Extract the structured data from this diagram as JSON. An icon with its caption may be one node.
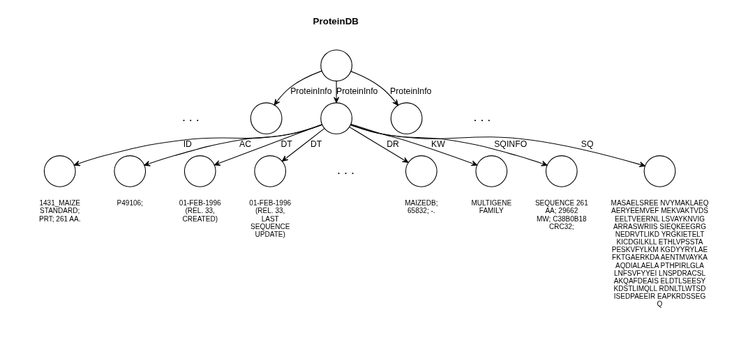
{
  "diagram": {
    "nodes": [
      {
        "text": [
          "ProteinDB"
        ]
      },
      {
        "text": [],
        "shape": "circle"
      },
      {
        "text": [],
        "shape": "circle"
      },
      {
        "text": [],
        "shape": "circle"
      },
      {
        "text": [],
        "shape": "circle",
        "beside": [
          "1431_MAIZE STANDARD; PRT; 261 AA."
        ]
      },
      {
        "text": [],
        "shape": "circle",
        "beside": [
          "P49106;"
        ]
      },
      {
        "text": [],
        "shape": "circle",
        "beside": [
          "01-FEB-1996 (REL. 33, CREATED)"
        ]
      },
      {
        "text": [],
        "shape": "circle",
        "beside": [
          "01-FEB-1996 (REL. 33, LAST SEQUENCE UPDATE)"
        ]
      },
      {
        "text": [],
        "shape": "circle",
        "beside": [
          "MAIZEDB; 65832; -."
        ]
      },
      {
        "text": [],
        "shape": "circle",
        "beside": [
          "MULTIGENE FAMILY"
        ]
      },
      {
        "text": [],
        "shape": "circle",
        "beside": [
          "SEQUENCE 261 AA; 29662 MW; C38B0B18 CRC32;"
        ]
      },
      {
        "text": [],
        "shape": "circle",
        "beside": [
          "MASAELSREE NVYMAKLAEQ AERYEEMVEF MEKVAKTVDS EELTVEERNL LSVAYKNVIG ARRASWRIIS SIEQKEEGRG NEDRVTLIKD YRGKIETELT KICDGILKLL ETHLVPSSTA PESKVFYLKM KGDYYRYLAE FKTGAERKDA AENTMVAYKA AQDIALAELA PTHPIRLGLA LNFSVFYYEI LNSPDRACSL AKQAFDEAIS ELDTLSEESY KDSTLIMQLL RDNLTLWTSD ISEDPAEEIR EAPKRDSSEG Q"
        ]
      }
    ],
    "edges": [
      {
        "from": 0,
        "to": 1,
        "arrow": "to",
        "label": "ProteinInfo"
      },
      {
        "from": 0,
        "to": 2,
        "arrow": "to",
        "label": "ProteinInfo"
      },
      {
        "from": 0,
        "to": 3,
        "arrow": "to",
        "label": "ProteinInfo"
      },
      {
        "from": 2,
        "to": 4,
        "arrow": "to",
        "label": "ID"
      },
      {
        "from": 2,
        "to": 5,
        "arrow": "to",
        "label": "AC"
      },
      {
        "from": 2,
        "to": 6,
        "arrow": "to",
        "label": "DT"
      },
      {
        "from": 2,
        "to": 7,
        "arrow": "to",
        "label": "DT"
      },
      {
        "from": 2,
        "to": 8,
        "arrow": "to",
        "label": "DR"
      },
      {
        "from": 2,
        "to": 9,
        "arrow": "to",
        "label": "KW"
      },
      {
        "from": 2,
        "to": 10,
        "arrow": "to",
        "label": "SQINFO"
      },
      {
        "from": 2,
        "to": 11,
        "arrow": "to",
        "label": "SQ"
      }
    ],
    "labels": [
      ". . .",
      ". . .",
      ". . ."
    ]
  }
}
